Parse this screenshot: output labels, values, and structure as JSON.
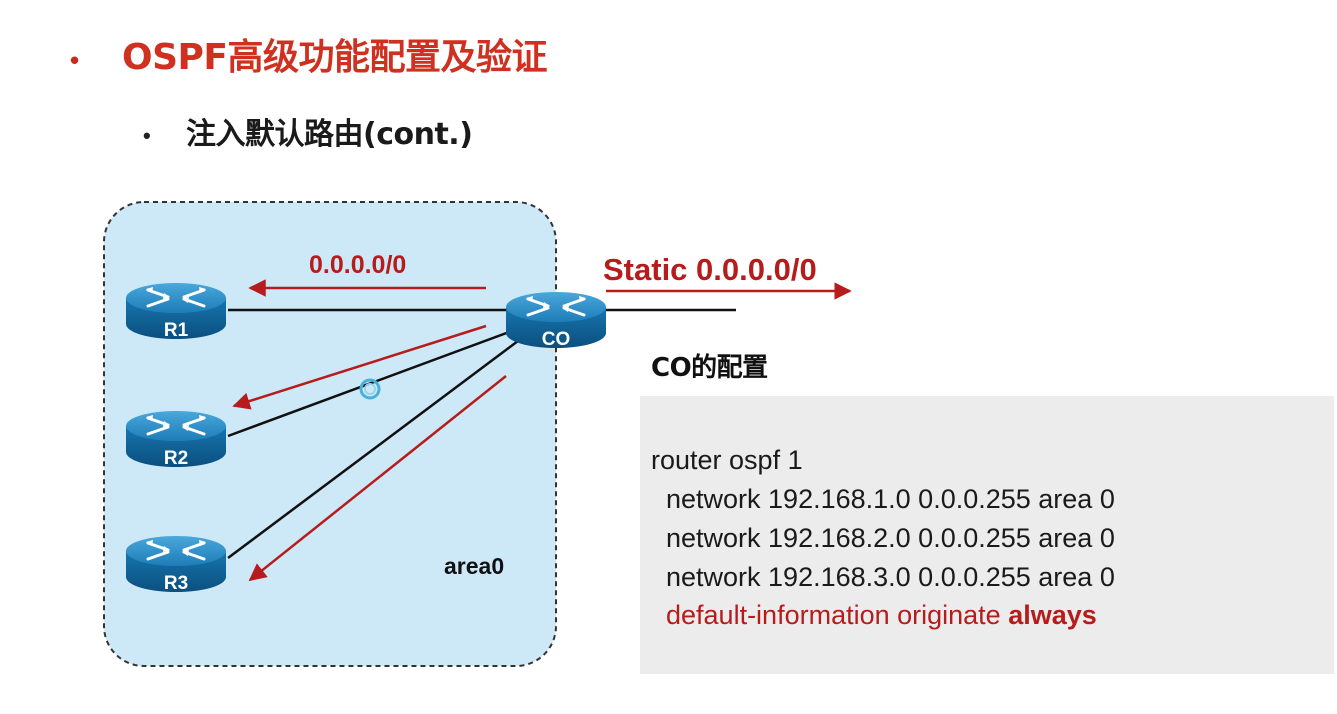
{
  "header": {
    "bullet": "•",
    "title": "OSPF高级功能配置及验证",
    "sub_bullet": "•",
    "subtitle": "注入默认路由(cont.)"
  },
  "diagram": {
    "area_label": "area0",
    "routers": [
      {
        "id": "r1",
        "label": "R1"
      },
      {
        "id": "r2",
        "label": "R2"
      },
      {
        "id": "r3",
        "label": "R3"
      },
      {
        "id": "co",
        "label": "CO"
      }
    ],
    "inner_route_label": "0.0.0.0/0",
    "static_route_label": "Static 0.0.0.0/0",
    "colors": {
      "area_fill": "#cde9f8",
      "arrow_red": "#b71c1c",
      "router_top": "#2a8ac4",
      "router_side": "#0f5a8c"
    }
  },
  "config": {
    "title": "CO的配置",
    "lines": [
      "router ospf 1",
      "  network 192.168.1.0 0.0.0.255 area 0",
      "  network 192.168.2.0 0.0.0.255 area 0",
      "  network 192.168.3.0 0.0.0.255 area 0"
    ],
    "default_line_prefix": "  default-information originate ",
    "default_line_keyword": "always"
  }
}
